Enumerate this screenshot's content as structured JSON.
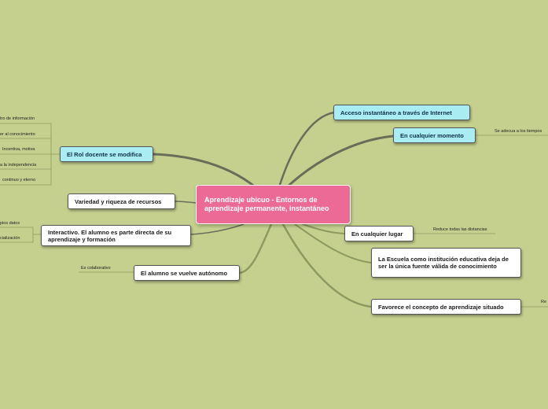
{
  "central": {
    "title": "Aprendizaje ubicuo - Entornos de aprendizaje permanente, instantáneo"
  },
  "nodes": {
    "acceso": "Acceso instantáneo a través de Internet",
    "momento": "En cualquier momento",
    "lugar": "En cualquier lugar",
    "escuela": "La Escuela como institución educativa deja de ser la única fuente válida de conocimiento",
    "situado": "Favorece el concepto de aprendizaje situado",
    "rol": "El Rol docente se modifica",
    "variedad": "Variedad y riqueza de recursos",
    "interactivo": "Interactivo. El alumno es parte directa de su aprendizaje y formación",
    "autonomo": "El alumno se vuelve autónomo"
  },
  "labels": {
    "momento_sub": "Se adecua a los tiempos",
    "lugar_sub": "Reduce todas las distancias",
    "situado_sub": "Re",
    "rol_subs": [
      "tro de información",
      "er al conocimiento",
      "Incentiva, motiva",
      "a la independencia",
      "continuo y eterno"
    ],
    "interactivo_subs": [
      "pios datos",
      "cialización"
    ],
    "autonomo_sub": "Es colaborativo"
  }
}
